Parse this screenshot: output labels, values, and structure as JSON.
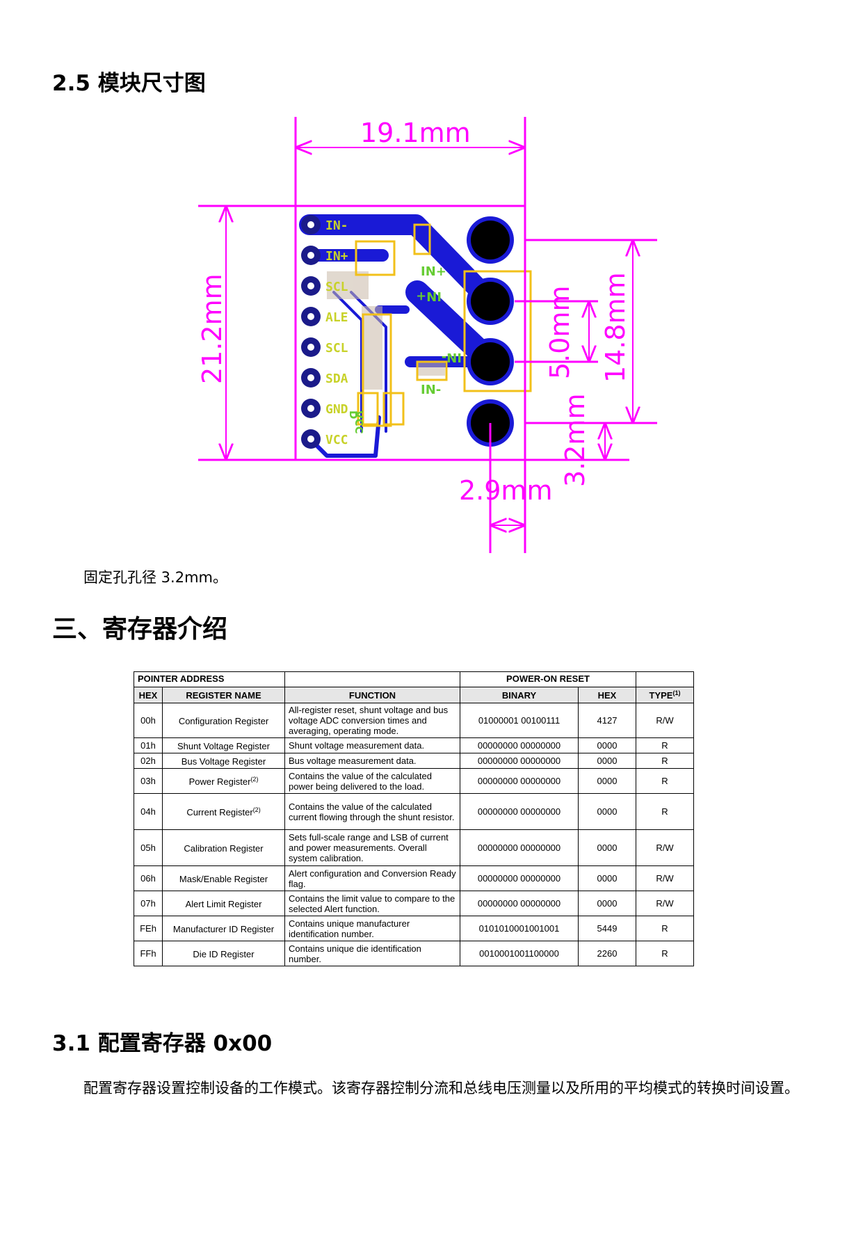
{
  "section_dim": {
    "title": "2.5 模块尺寸图"
  },
  "figure": {
    "width_label": "19.1mm",
    "height_label": "21.2mm",
    "pitch_label": "5.0mm",
    "span_label": "14.8mm",
    "edge_label": "3.2mm",
    "offset_label": "2.9mm",
    "pins": [
      "IN-",
      "IN+",
      "SCL",
      "ALE",
      "SCL",
      "SDA",
      "GND",
      "VCC"
    ],
    "silk_in_plus": "IN+",
    "silk_in_minus": "IN-",
    "silk_vcc": "VCC",
    "silk_d": "D",
    "colors": {
      "dimension": "#ff00ff",
      "trace": "#1a1ad6",
      "silk": "#f2c01a",
      "pad": "#1b1b8a",
      "pin_label": "#c8d22a",
      "label_green": "#66cc33"
    }
  },
  "caption": "固定孔孔径 3.2mm。",
  "section_reg": {
    "title": "三、寄存器介绍"
  },
  "table": {
    "head": {
      "pointer_address": "POINTER ADDRESS",
      "hex": "HEX",
      "register_name": "REGISTER NAME",
      "function": "FUNCTION",
      "power_on_reset": "POWER-ON RESET",
      "binary": "BINARY",
      "hex2": "HEX",
      "type": "TYPE",
      "type_sup": "(1)"
    },
    "rows": [
      {
        "hex": "00h",
        "name": "Configuration Register",
        "sup": "",
        "function": "All-register reset, shunt voltage and bus voltage ADC conversion times and averaging, operating mode.",
        "binary": "01000001 00100111",
        "reset_hex": "4127",
        "type": "R/W"
      },
      {
        "hex": "01h",
        "name": "Shunt Voltage Register",
        "sup": "",
        "function": "Shunt voltage measurement data.",
        "binary": "00000000 00000000",
        "reset_hex": "0000",
        "type": "R"
      },
      {
        "hex": "02h",
        "name": "Bus Voltage Register",
        "sup": "",
        "function": "Bus voltage measurement data.",
        "binary": "00000000 00000000",
        "reset_hex": "0000",
        "type": "R"
      },
      {
        "hex": "03h",
        "name": "Power Register",
        "sup": "(2)",
        "function": "Contains the value of the calculated power being delivered to the load.",
        "binary": "00000000 00000000",
        "reset_hex": "0000",
        "type": "R"
      },
      {
        "hex": "04h",
        "name": "Current Register",
        "sup": "(2)",
        "function": "Contains the value of the calculated current flowing through the shunt resistor.",
        "binary": "00000000 00000000",
        "reset_hex": "0000",
        "type": "R"
      },
      {
        "hex": "05h",
        "name": "Calibration Register",
        "sup": "",
        "function": "Sets full-scale range and LSB of current and power measurements. Overall system calibration.",
        "binary": "00000000 00000000",
        "reset_hex": "0000",
        "type": "R/W"
      },
      {
        "hex": "06h",
        "name": "Mask/Enable Register",
        "sup": "",
        "function": "Alert configuration and Conversion Ready flag.",
        "binary": "00000000 00000000",
        "reset_hex": "0000",
        "type": "R/W"
      },
      {
        "hex": "07h",
        "name": "Alert Limit Register",
        "sup": "",
        "function": "Contains the limit value to compare to the selected Alert function.",
        "binary": "00000000 00000000",
        "reset_hex": "0000",
        "type": "R/W"
      },
      {
        "hex": "FEh",
        "name": "Manufacturer ID Register",
        "sup": "",
        "function": "Contains unique manufacturer identification number.",
        "binary": "0101010001001001",
        "reset_hex": "5449",
        "type": "R"
      },
      {
        "hex": "FFh",
        "name": "Die ID Register",
        "sup": "",
        "function": "Contains unique die identification number.",
        "binary": "0010001001100000",
        "reset_hex": "2260",
        "type": "R"
      }
    ]
  },
  "section_cfg": {
    "title": "3.1 配置寄存器 0x00"
  },
  "paragraph": "配置寄存器设置控制设备的工作模式。该寄存器控制分流和总线电压测量以及所用的平均模式的转换时间设置。"
}
